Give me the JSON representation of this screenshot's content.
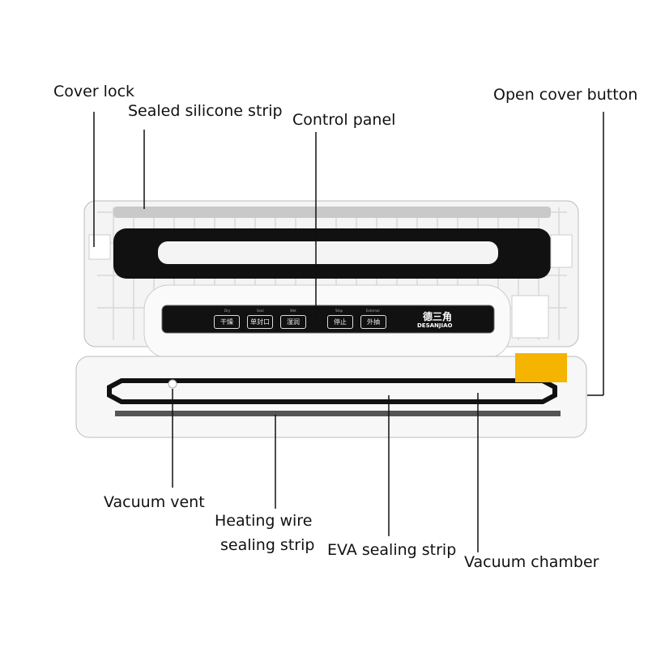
{
  "labels": {
    "cover_lock": "Cover lock",
    "sealed_silicone_strip": "Sealed silicone strip",
    "control_panel": "Control panel",
    "open_cover_button": "Open cover button",
    "vacuum_vent": "Vacuum vent",
    "heating_wire_line1": "Heating wire",
    "heating_wire_line2": "sealing strip",
    "eva_sealing_strip": "EVA sealing strip",
    "vacuum_chamber": "Vacuum chamber"
  },
  "panel": {
    "indicators": [
      "Dry",
      "Seal",
      "Wet",
      "Stop",
      "External"
    ],
    "buttons": [
      "干燥",
      "单封口",
      "湿润",
      "停止",
      "外抽"
    ],
    "brand_cn": "德三角",
    "brand_en": "DESANJIAO"
  },
  "colors": {
    "warning": "#f5b400",
    "panel": "#111111"
  }
}
